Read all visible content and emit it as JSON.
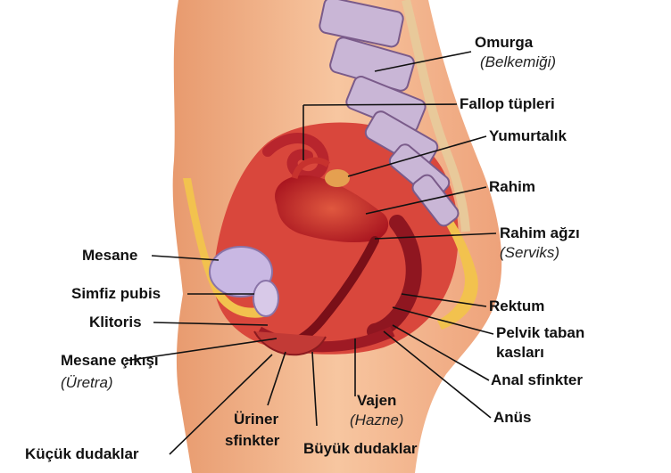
{
  "labels": {
    "omurga": "Omurga",
    "omurga_sub": "(Belkemiği)",
    "fallop": "Fallop tüpleri",
    "yumurtalik": "Yumurtalık",
    "rahim": "Rahim",
    "rahim_agzi": "Rahim ağzı",
    "rahim_agzi_sub": "(Serviks)",
    "mesane": "Mesane",
    "simfiz": "Simfiz pubis",
    "klitoris": "Klitoris",
    "mesane_cikisi": "Mesane çıkışı",
    "mesane_cikisi_sub": "(Üretra)",
    "rektum": "Rektum",
    "pelvik_1": "Pelvik taban",
    "pelvik_2": "kasları",
    "anal": "Anal sfinkter",
    "anus": "Anüs",
    "vajen": "Vajen",
    "vajen_sub": "(Hazne)",
    "uriner_1": "Üriner",
    "uriner_2": "sfinkter",
    "kucuk": "Küçük dudaklar",
    "buyuk": "Büyük dudaklar"
  },
  "colors": {
    "skin": "#f5b98e",
    "tissue": "#d9473c",
    "organ": "#c0202a",
    "fat": "#f2c24e",
    "bone": "#c9b6d6",
    "leader": "#111111"
  }
}
